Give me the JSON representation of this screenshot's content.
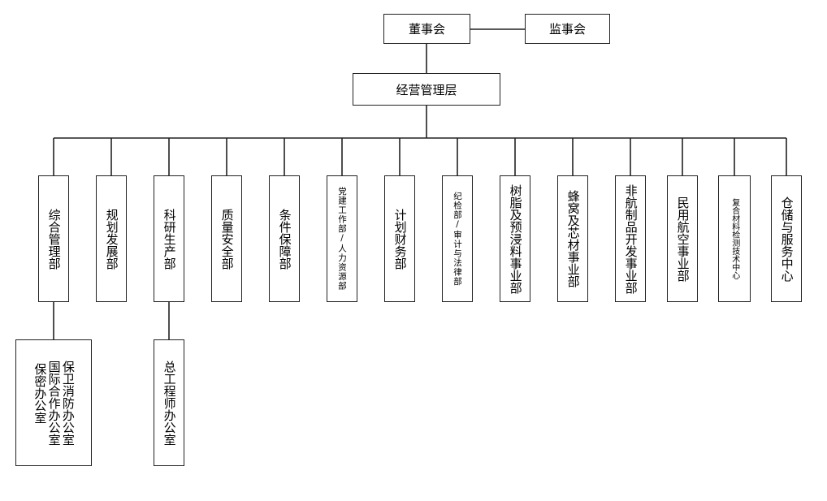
{
  "board": "董事会",
  "supervisors": "监事会",
  "management": "经营管理层",
  "departments": [
    "综合管理部",
    "规划发展部",
    "科研生产部",
    "质量安全部",
    "条件保障部",
    "党建工作部/人力资源部",
    "计划财务部",
    "纪检部/审计与法律部",
    "树脂及预浸料事业部",
    "蜂窝及芯材事业部",
    "非航制品开发事业部",
    "民用航空事业部",
    "复合材料检测技术中心",
    "仓储与服务中心"
  ],
  "sub_units": {
    "general_admin_offices": [
      "保密办公室",
      "国际合作办公室",
      "保卫消防办公室"
    ],
    "rnd_office": "总工程师办公室"
  }
}
